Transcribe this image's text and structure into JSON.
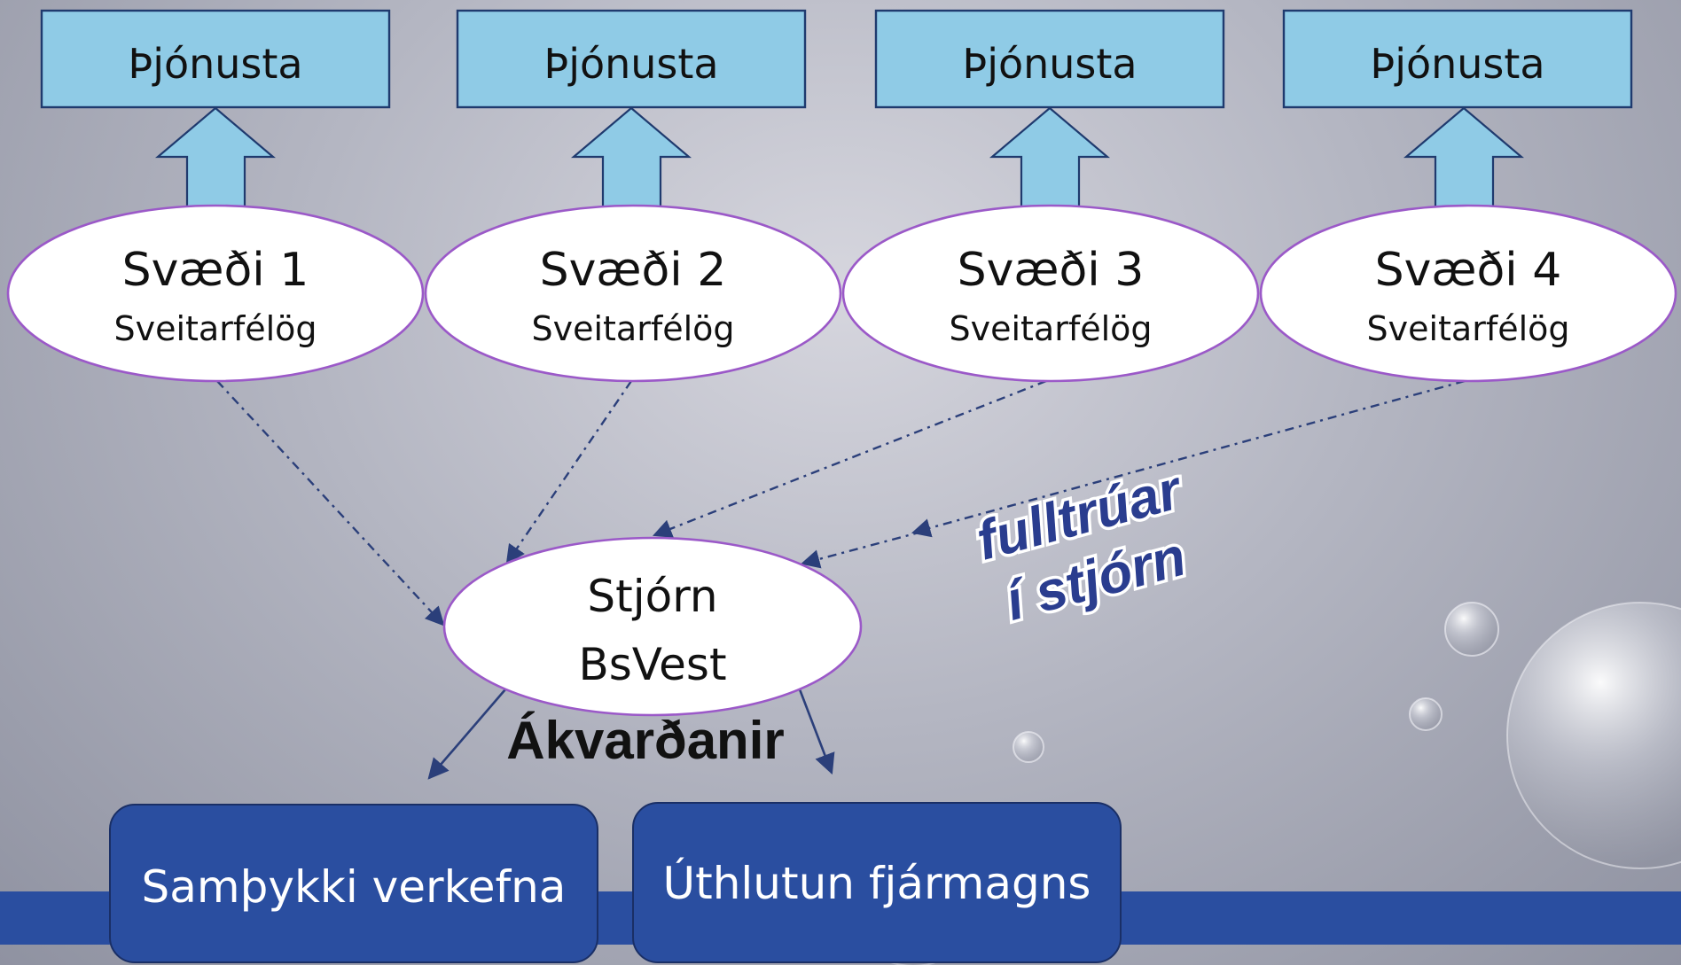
{
  "colors": {
    "service_fill": "#8fcbe6",
    "service_stroke": "#1f3a6e",
    "region_stroke": "#9b59c8",
    "outcome_fill": "#2a4ea0",
    "connector": "#2b3f7a",
    "rep_text": "#2a3d8f"
  },
  "services": [
    {
      "label": "Þjónusta"
    },
    {
      "label": "Þjónusta"
    },
    {
      "label": "Þjónusta"
    },
    {
      "label": "Þjónusta"
    }
  ],
  "regions": [
    {
      "title": "Svæði 1",
      "subtitle": "Sveitarfélög"
    },
    {
      "title": "Svæði 2",
      "subtitle": "Sveitarfélög"
    },
    {
      "title": "Svæði 3",
      "subtitle": "Sveitarfélög"
    },
    {
      "title": "Svæði 4",
      "subtitle": "Sveitarfélög"
    }
  ],
  "board": {
    "line1": "Stjórn",
    "line2": "BsVest"
  },
  "representatives": {
    "line1": "fulltrúar",
    "line2": "í stjórn"
  },
  "decisions_label": "Ákvarðanir",
  "outcomes": [
    {
      "label": "Samþykki verkefna"
    },
    {
      "label": "Úthlutun fjármagns"
    }
  ]
}
